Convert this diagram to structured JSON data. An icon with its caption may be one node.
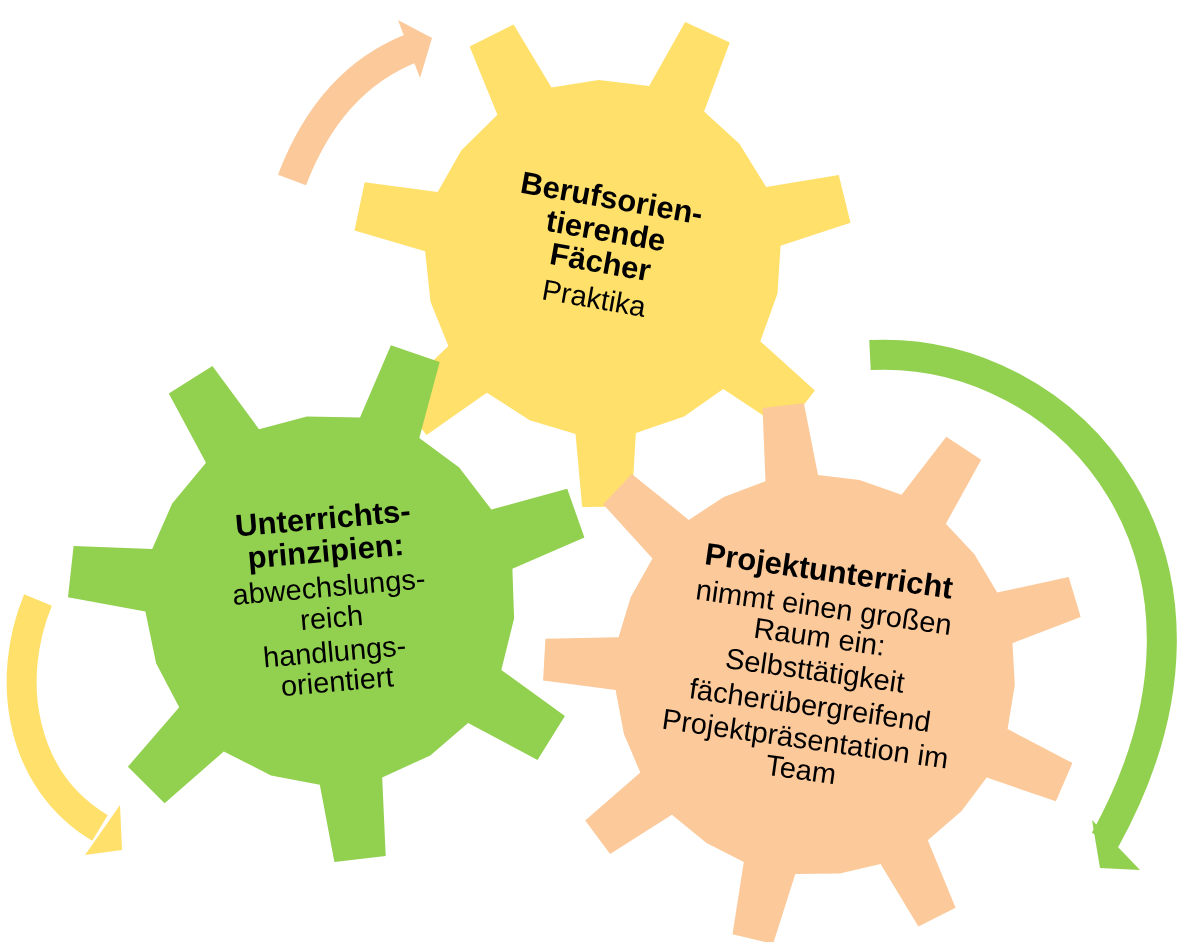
{
  "diagram": {
    "nodes": [
      {
        "text": [
          "Berufsorien- tierende Fächer",
          "Praktika"
        ]
      },
      {
        "text": [
          "Unterrichts- prinzipien:",
          "abwechslungs- reich",
          "handlungs- orientiert"
        ]
      },
      {
        "text": [
          "Projektunterricht",
          "nimmt einen großen Raum ein:",
          "Selbsttätigkeit",
          "fächerübergreifend",
          "Projektpräsentation im Team"
        ]
      }
    ],
    "edges": []
  }
}
